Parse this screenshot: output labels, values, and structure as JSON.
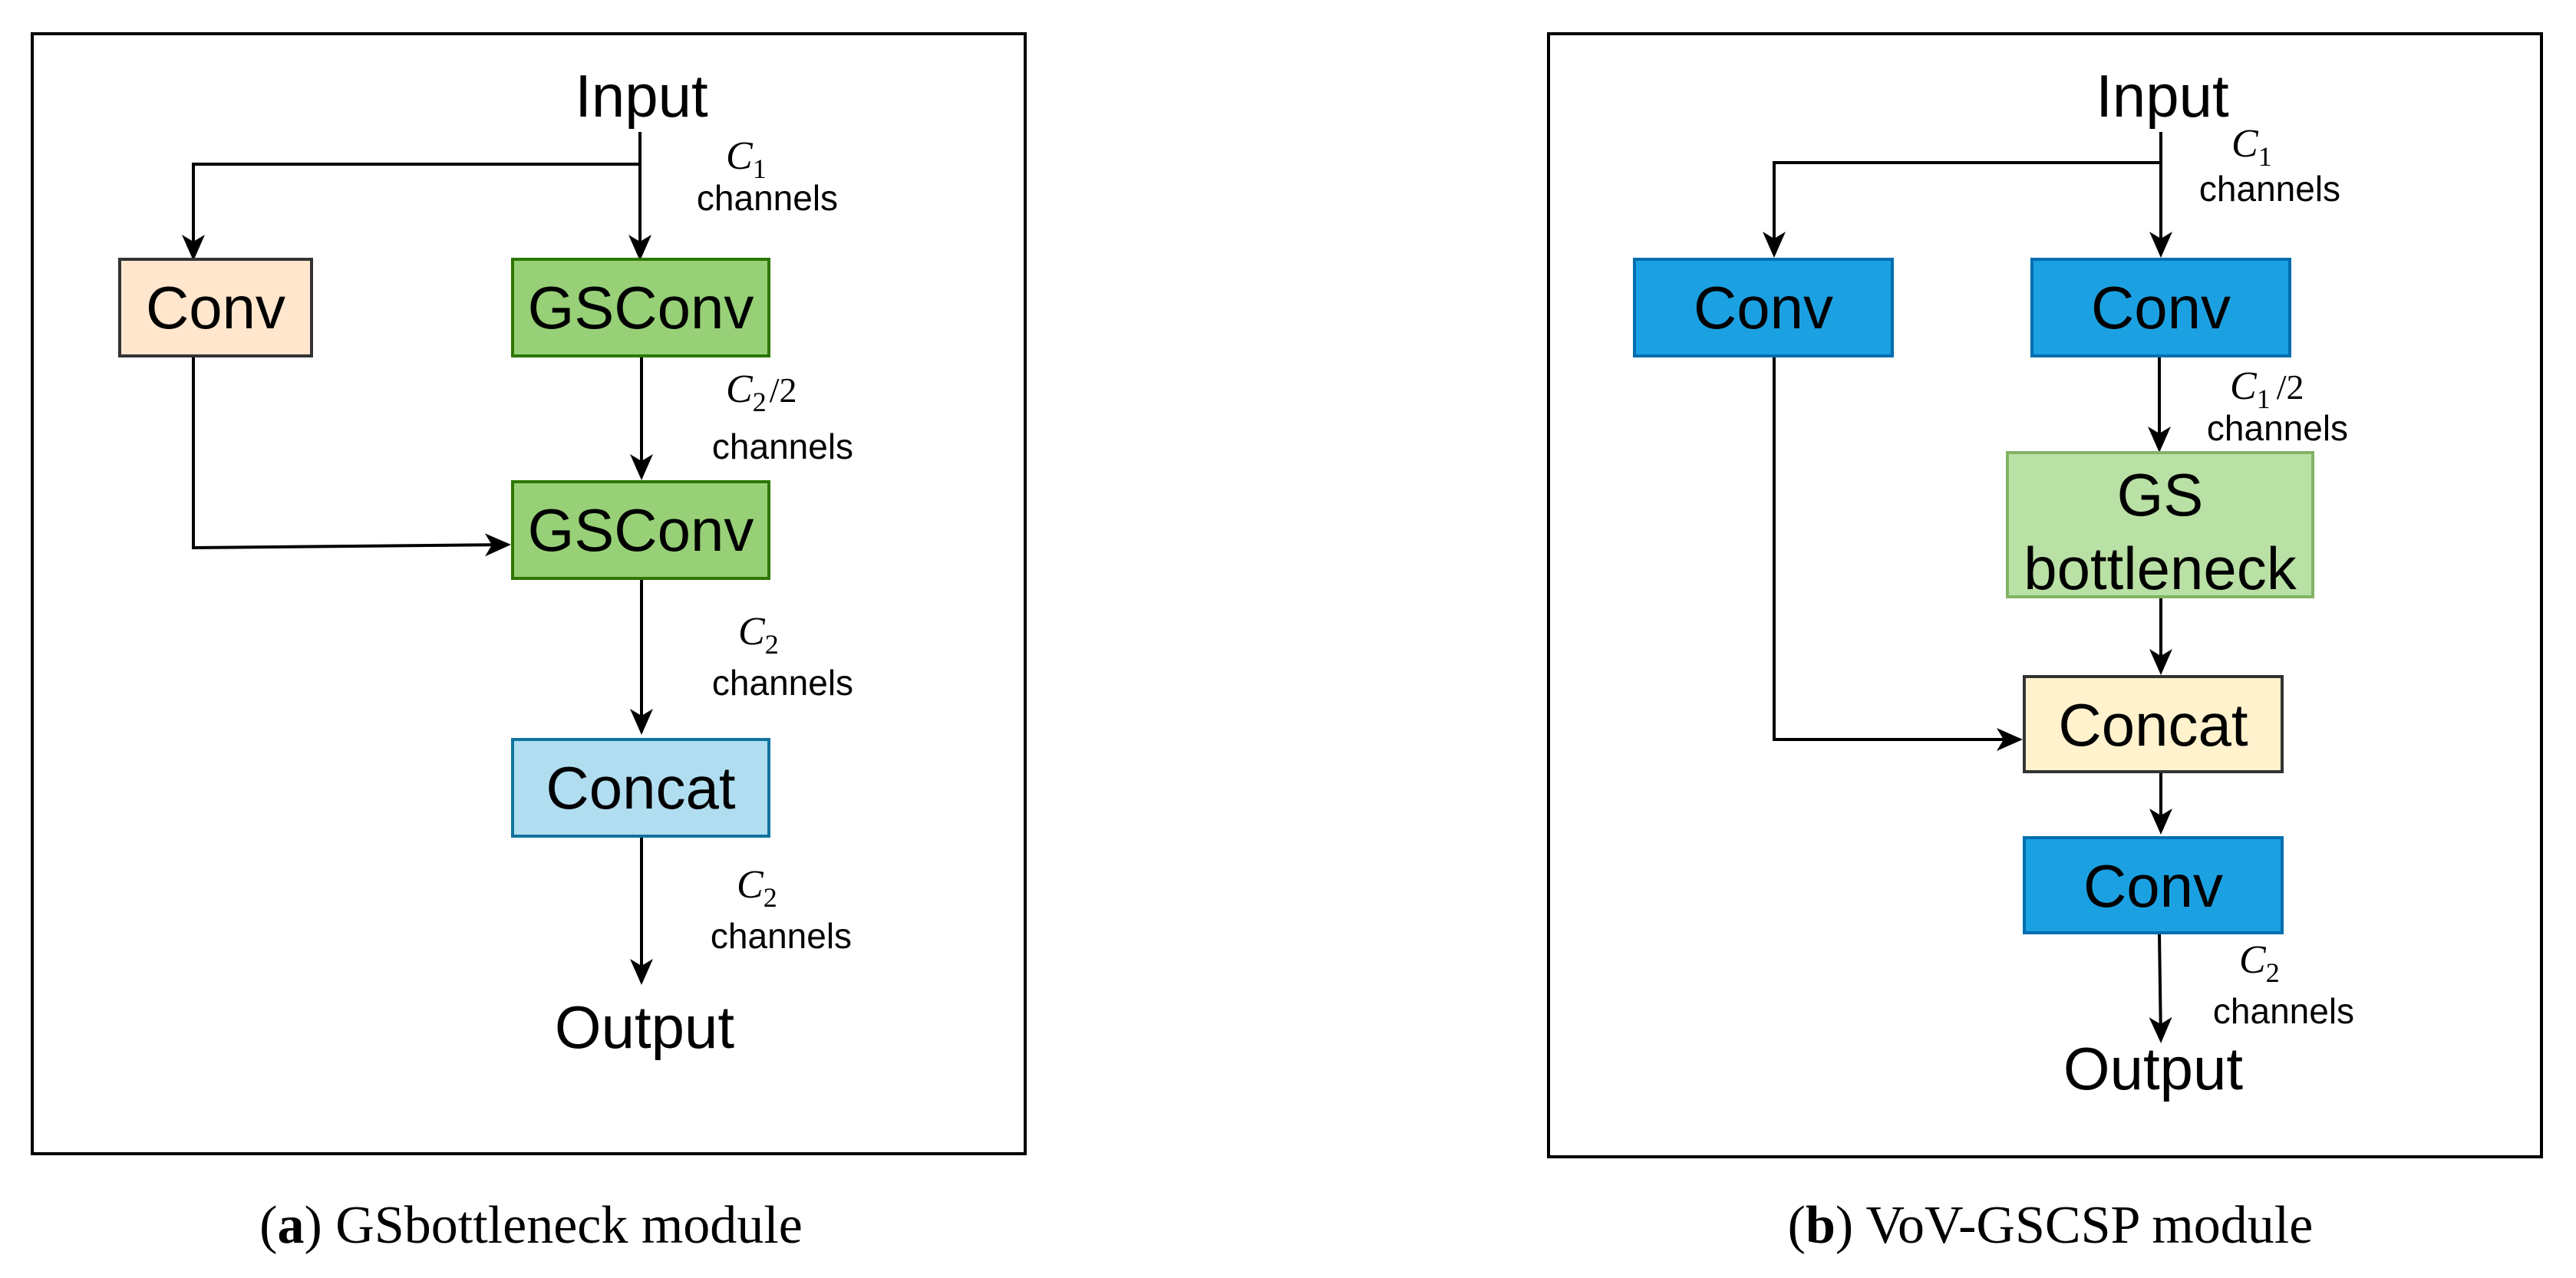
{
  "panel_a": {
    "input_label": "Input",
    "output_label": "Output",
    "boxes": {
      "conv": {
        "label": "Conv",
        "fill": "#ffe6cc",
        "stroke": "#333333"
      },
      "gsconv1": {
        "label": "GSConv",
        "fill": "#97d077",
        "stroke": "#2d7600"
      },
      "gsconv2": {
        "label": "GSConv",
        "fill": "#97d077",
        "stroke": "#2d7600"
      },
      "concat": {
        "label": "Concat",
        "fill": "#b1ddf0",
        "stroke": "#10739e"
      }
    },
    "annotations": {
      "a1": {
        "math_main": "C",
        "math_sub": "1",
        "math_suffix": "",
        "text": "channels"
      },
      "a2": {
        "math_main": "C",
        "math_sub": "2",
        "math_suffix": "/2",
        "text": "channels"
      },
      "a3": {
        "math_main": "C",
        "math_sub": "2",
        "math_suffix": "",
        "text": "channels"
      },
      "a4": {
        "math_main": "C",
        "math_sub": "2",
        "math_suffix": "",
        "text": "channels"
      }
    },
    "caption": {
      "open": "(",
      "letter": "a",
      "close": ")",
      "text": " GSbottleneck module"
    }
  },
  "panel_b": {
    "input_label": "Input",
    "output_label": "Output",
    "boxes": {
      "conv_left": {
        "label": "Conv",
        "fill": "#1ba1e2",
        "stroke": "#006eaf"
      },
      "conv_right": {
        "label": "Conv",
        "fill": "#1ba1e2",
        "stroke": "#006eaf"
      },
      "gs_bottleneck": {
        "label_line1": "GS",
        "label_line2": "bottleneck",
        "fill": "#b9e0a5",
        "stroke": "#82b366"
      },
      "concat": {
        "label": "Concat",
        "fill": "#fff2cc",
        "stroke": "#333333"
      },
      "conv_out": {
        "label": "Conv",
        "fill": "#1ba1e2",
        "stroke": "#006eaf"
      }
    },
    "annotations": {
      "b1": {
        "math_main": "C",
        "math_sub": "1",
        "math_suffix": "",
        "text": "channels"
      },
      "b2": {
        "math_main": "C",
        "math_sub": "1",
        "math_suffix": "/2",
        "text": "channels"
      },
      "b3": {
        "math_main": "C",
        "math_sub": "2",
        "math_suffix": "",
        "text": "channels"
      }
    },
    "caption": {
      "open": "(",
      "letter": "b",
      "close": ")",
      "text": " VoV-GSCSP module"
    }
  },
  "colors": {
    "line": "#000000",
    "frame": "#000000"
  }
}
